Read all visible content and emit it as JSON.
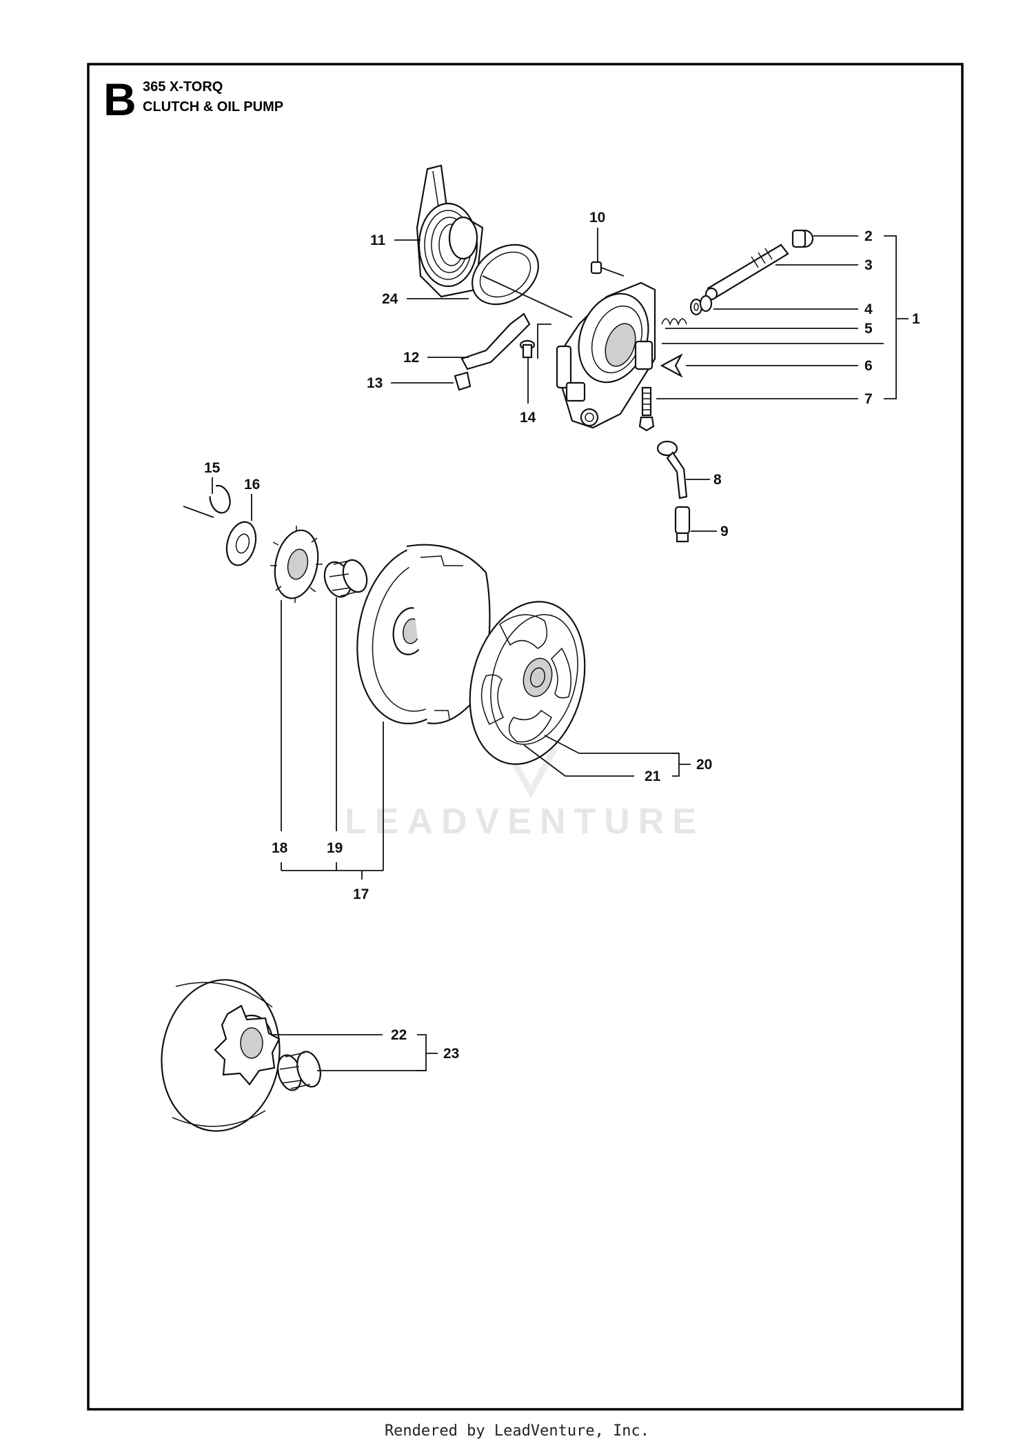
{
  "header": {
    "section_letter": "B",
    "model": "365 X-TORQ",
    "assembly": "CLUTCH & OIL PUMP"
  },
  "callouts": {
    "c1": "1",
    "c2": "2",
    "c3": "3",
    "c4": "4",
    "c5": "5",
    "c6": "6",
    "c7": "7",
    "c8": "8",
    "c9": "9",
    "c10": "10",
    "c11": "11",
    "c12": "12",
    "c13": "13",
    "c14": "14",
    "c15": "15",
    "c16": "16",
    "c17": "17",
    "c18": "18",
    "c19": "19",
    "c20": "20",
    "c21": "21",
    "c22": "22",
    "c23": "23",
    "c24": "24"
  },
  "watermark": "LEADVENTURE",
  "footer": "Rendered by LeadVenture, Inc."
}
